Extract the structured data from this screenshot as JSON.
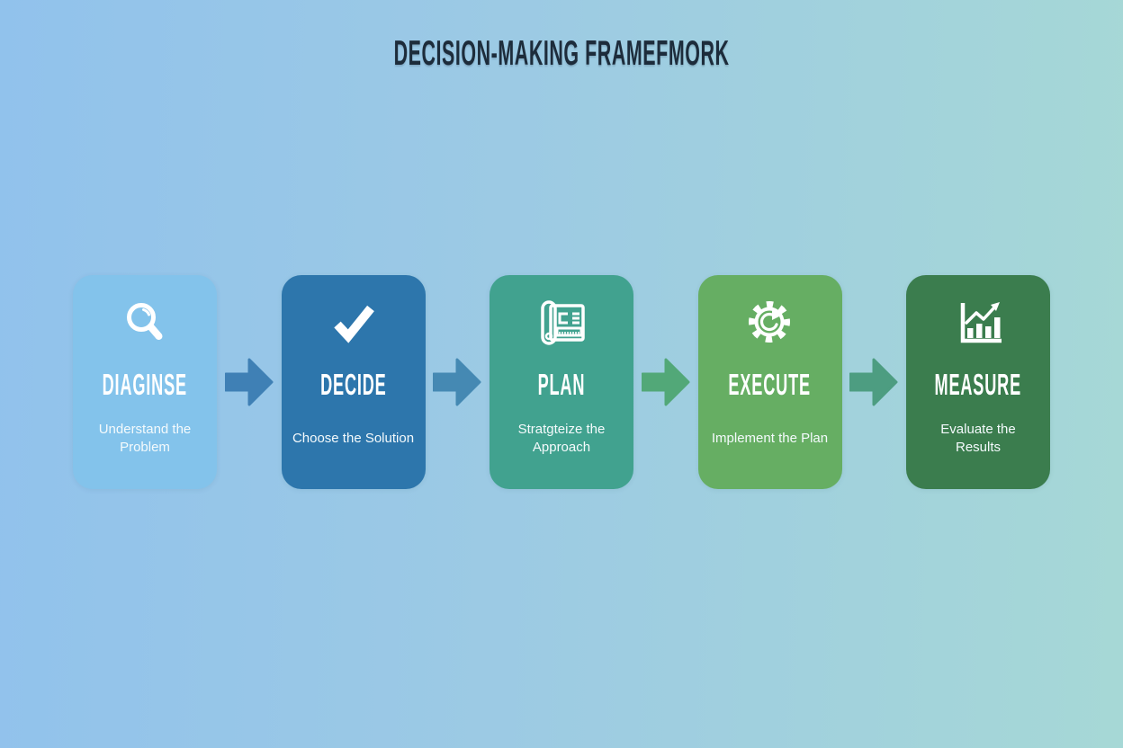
{
  "title": "DECISION-MAKING FRAMEFMORK",
  "title_color": "#1d2c3b",
  "background": {
    "gradient_start": "#91c2ec",
    "gradient_end": "#a6d8d6"
  },
  "steps": [
    {
      "title": "DIAGINSE",
      "subtitle": "Understand the Problem",
      "subtitle_lines": [
        "Understand the",
        "Problem"
      ],
      "icon": "magnifier-icon",
      "color": "#83c3eb"
    },
    {
      "title": "DECIDE",
      "subtitle": "Choose the Solution",
      "subtitle_lines": [
        "Choose the Solution"
      ],
      "icon": "checkmark-icon",
      "color": "#2d76ac"
    },
    {
      "title": "PLAN",
      "subtitle": "Stratgteize the Approach",
      "subtitle_lines": [
        "Stratgteize the",
        "Approach"
      ],
      "icon": "blueprint-icon",
      "color": "#41a28f"
    },
    {
      "title": "EXECUTE",
      "subtitle": "Implement the Plan",
      "subtitle_lines": [
        "Implement the Plan"
      ],
      "icon": "gear-arrow-icon",
      "color": "#66ae63"
    },
    {
      "title": "MEASURE",
      "subtitle": "Evaluate the Results",
      "subtitle_lines": [
        "Evaluate the",
        "Results"
      ],
      "icon": "bar-chart-icon",
      "color": "#3b7d4e"
    }
  ],
  "arrows": [
    {
      "color": "#3f80b5"
    },
    {
      "color": "#4589b3"
    },
    {
      "color": "#52a878"
    },
    {
      "color": "#4d9d81"
    }
  ]
}
